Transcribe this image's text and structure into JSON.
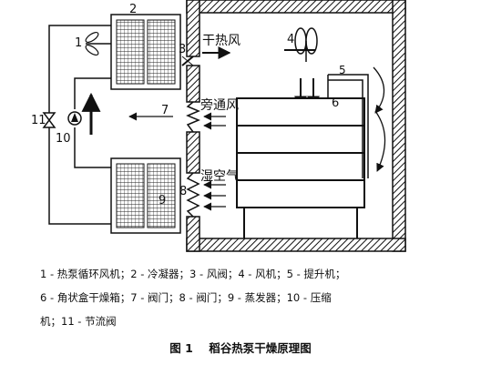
{
  "labels": {
    "n1": "1",
    "n2": "2",
    "n3": "3",
    "n4": "4",
    "n5": "5",
    "n6": "6",
    "n7": "7",
    "n8": "8",
    "n9": "9",
    "n10": "10",
    "n11": "11",
    "dry_hot_air": "干热风",
    "bypass_air": "旁通风",
    "humid_air": "湿空气"
  },
  "legend": {
    "line1": "1 - 热泵循环风机；2 - 冷凝器；3 - 风阀；4 - 风机；5 - 提升机；",
    "line2": "6 - 角状盒干燥箱；7 - 阀门；8 - 阀门；9 - 蒸发器；10 - 压缩",
    "line3": "机；11 - 节流阀"
  },
  "figure": {
    "number": "图 1",
    "title": "稻谷热泵干燥原理图"
  }
}
